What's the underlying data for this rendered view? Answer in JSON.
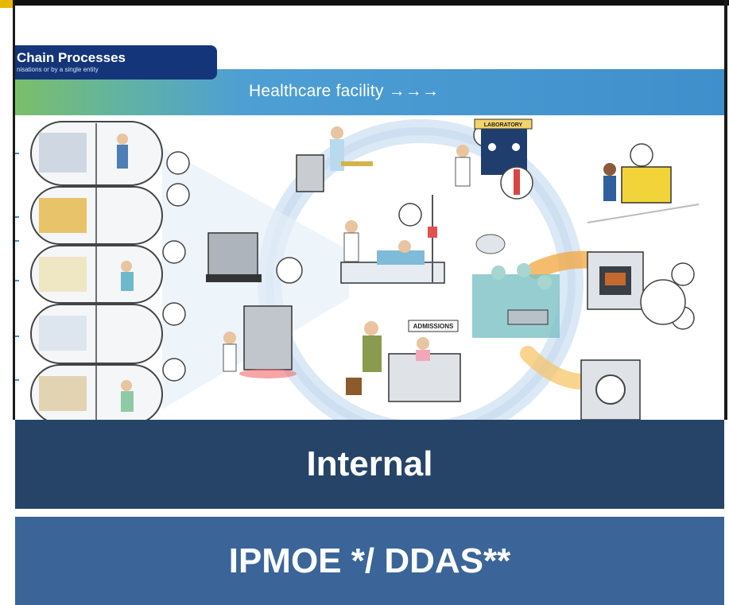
{
  "panel": {
    "title": "Chain Processes",
    "subtitle": "nisations or by a single entity",
    "band_label": "Healthcare facility →→→",
    "illustration_labels": {
      "laboratory": "LABORATORY",
      "admissions": "ADMISSIONS"
    }
  },
  "footer": {
    "internal": "Internal",
    "ipmoe": "IPMOE */ DDAS**"
  },
  "colors": {
    "band_start": "#7bbf6a",
    "band_end": "#3f8fcc",
    "title_tab": "#14357a",
    "internal_bar": "#264467",
    "ipmoe_bar": "#3b6599",
    "ring": "#c9dcef",
    "warm_arc": "#f3a63c"
  }
}
